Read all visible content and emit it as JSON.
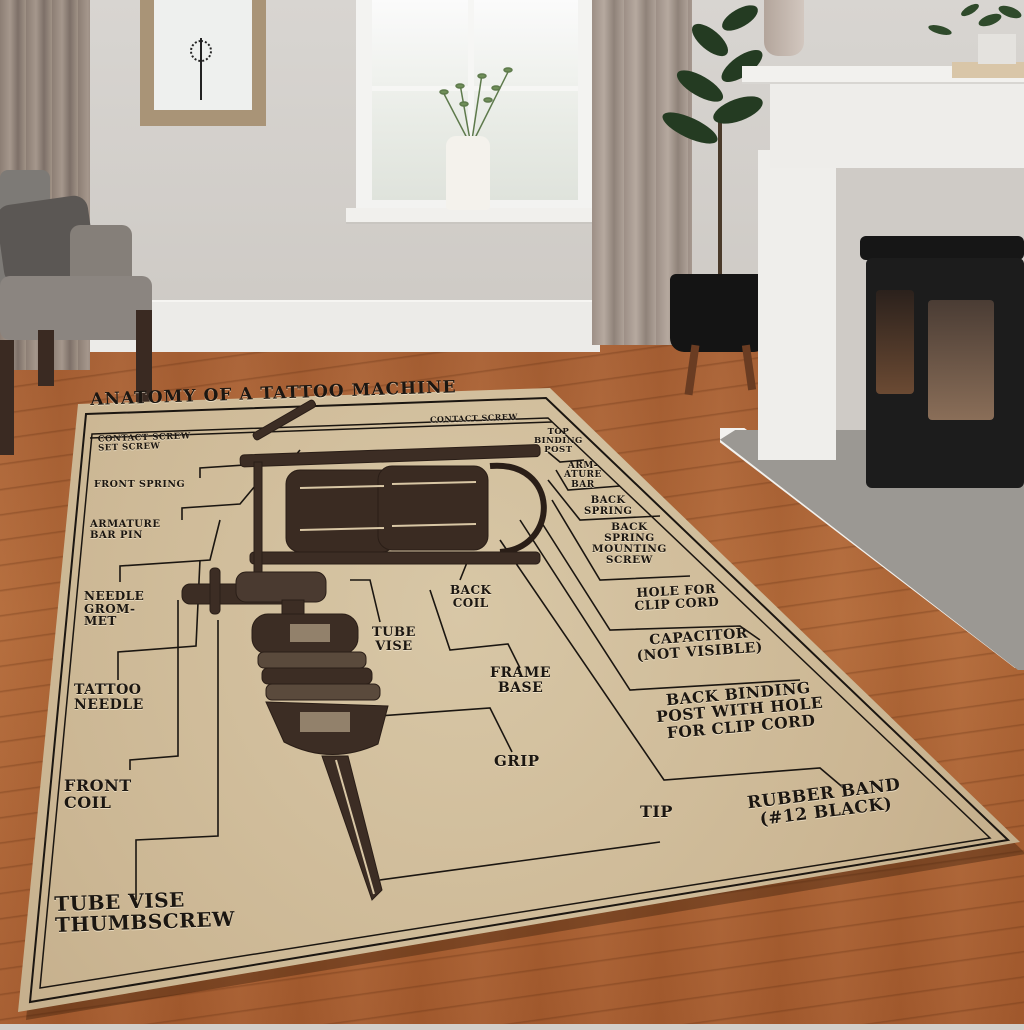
{
  "scene": {
    "description": "Living room with a tattoo-machine anatomy area rug on a wooden floor",
    "colors": {
      "wall": "#d3cfca",
      "floor": "#a95f33",
      "rug": "#cdb894",
      "ink": "#1b1611",
      "fireplace": "#efeeeb",
      "stove": "#1c1c1c",
      "curtain": "#9d8f86"
    },
    "objects": [
      "framed-botanical-print",
      "window-with-vase",
      "armchair",
      "potted-fiddle-leaf-fig",
      "white-fireplace-mantel",
      "wood-burning-stove",
      "mantel-vase",
      "mantel-plant",
      "stacked-books"
    ]
  },
  "rug": {
    "title": "ANATOMY OF A TATTOO MACHINE",
    "labels": {
      "contact_screw_top": "CONTACT SCREW",
      "contact_screw_set_screw": "CONTACT SCREW\nSET SCREW",
      "top_binding_post": "TOP\nBINDING\nPOST",
      "armature_bar": "ARM-\nATURE\nBAR",
      "back_spring": "BACK\nSPRING",
      "back_spring_mounting_screw": "BACK\nSPRING\nMOUNTING\nSCREW",
      "front_spring": "FRONT SPRING",
      "armature_bar_pin": "ARMATURE\nBAR PIN",
      "needle_grommet": "NEEDLE\nGROM-\nMET",
      "tattoo_needle": "TATTOO\nNEEDLE",
      "front_coil": "FRONT\nCOIL",
      "tube_vise_thumbscrew": "TUBE VISE\nTHUMBSCREW",
      "back_coil": "BACK\nCOIL",
      "tube_vise": "TUBE\nVISE",
      "frame_base": "FRAME\nBASE",
      "grip": "GRIP",
      "tip": "TIP",
      "hole_for_clip_cord": "HOLE FOR\nCLIP CORD",
      "capacitor": "CAPACITOR\n(NOT VISIBLE)",
      "back_binding_post": "BACK BINDING\nPOST WITH HOLE\nFOR CLIP CORD",
      "rubber_band": "RUBBER BAND\n(#12 BLACK)"
    }
  }
}
